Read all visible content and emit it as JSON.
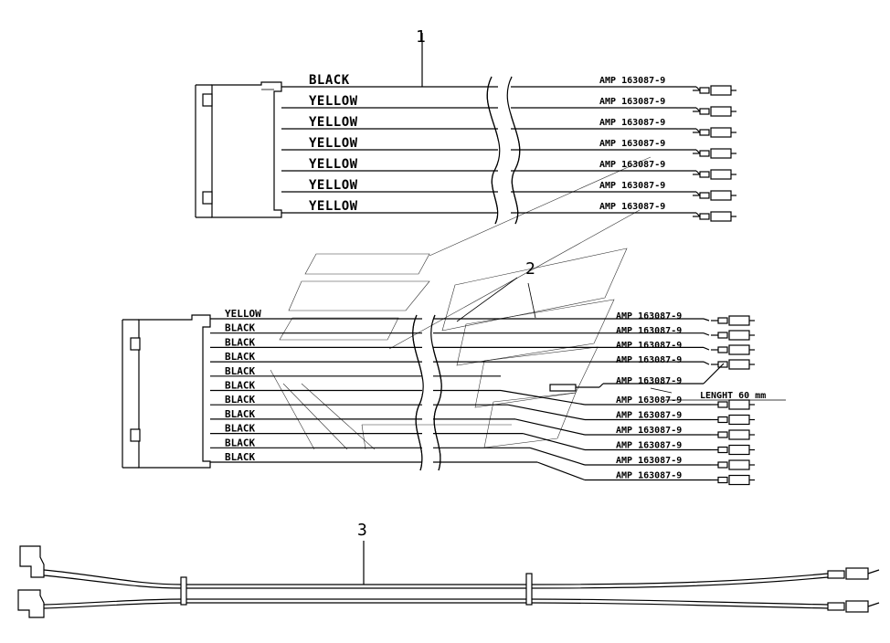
{
  "callouts": {
    "c1": "1",
    "c2": "2",
    "c3": "3"
  },
  "harness1": {
    "wires": [
      "BLACK",
      "YELLOW",
      "YELLOW",
      "YELLOW",
      "YELLOW",
      "YELLOW",
      "YELLOW"
    ],
    "terminal": "AMP 163087-9"
  },
  "harness2": {
    "wires": [
      "YELLOW",
      "BLACK",
      "BLACK",
      "BLACK",
      "BLACK",
      "BLACK",
      "BLACK",
      "BLACK",
      "BLACK",
      "BLACK",
      "BLACK"
    ],
    "terminal": "AMP 163087-9",
    "length_note": "LENGHT  60 mm"
  }
}
